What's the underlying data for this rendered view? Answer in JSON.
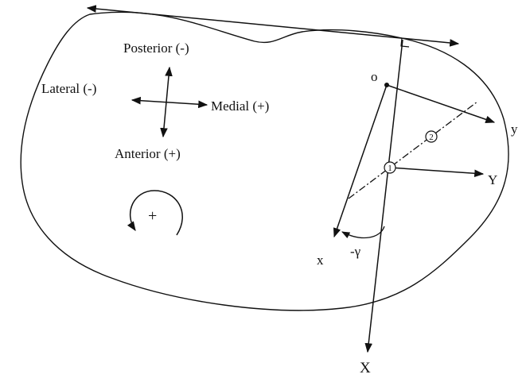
{
  "colors": {
    "ink": "#111111",
    "background": "#ffffff"
  },
  "directions": {
    "posterior": "Posterior (-)",
    "lateral": "Lateral (-)",
    "medial": "Medial (+)",
    "anterior": "Anterior (+)"
  },
  "rotation_sign": "+",
  "axes": {
    "origin": "o",
    "x_local": "x",
    "y_local": "y",
    "X_global": "X",
    "Y_global": "Y"
  },
  "points": {
    "p1": "1",
    "p2": "2"
  },
  "angle": "-γ"
}
